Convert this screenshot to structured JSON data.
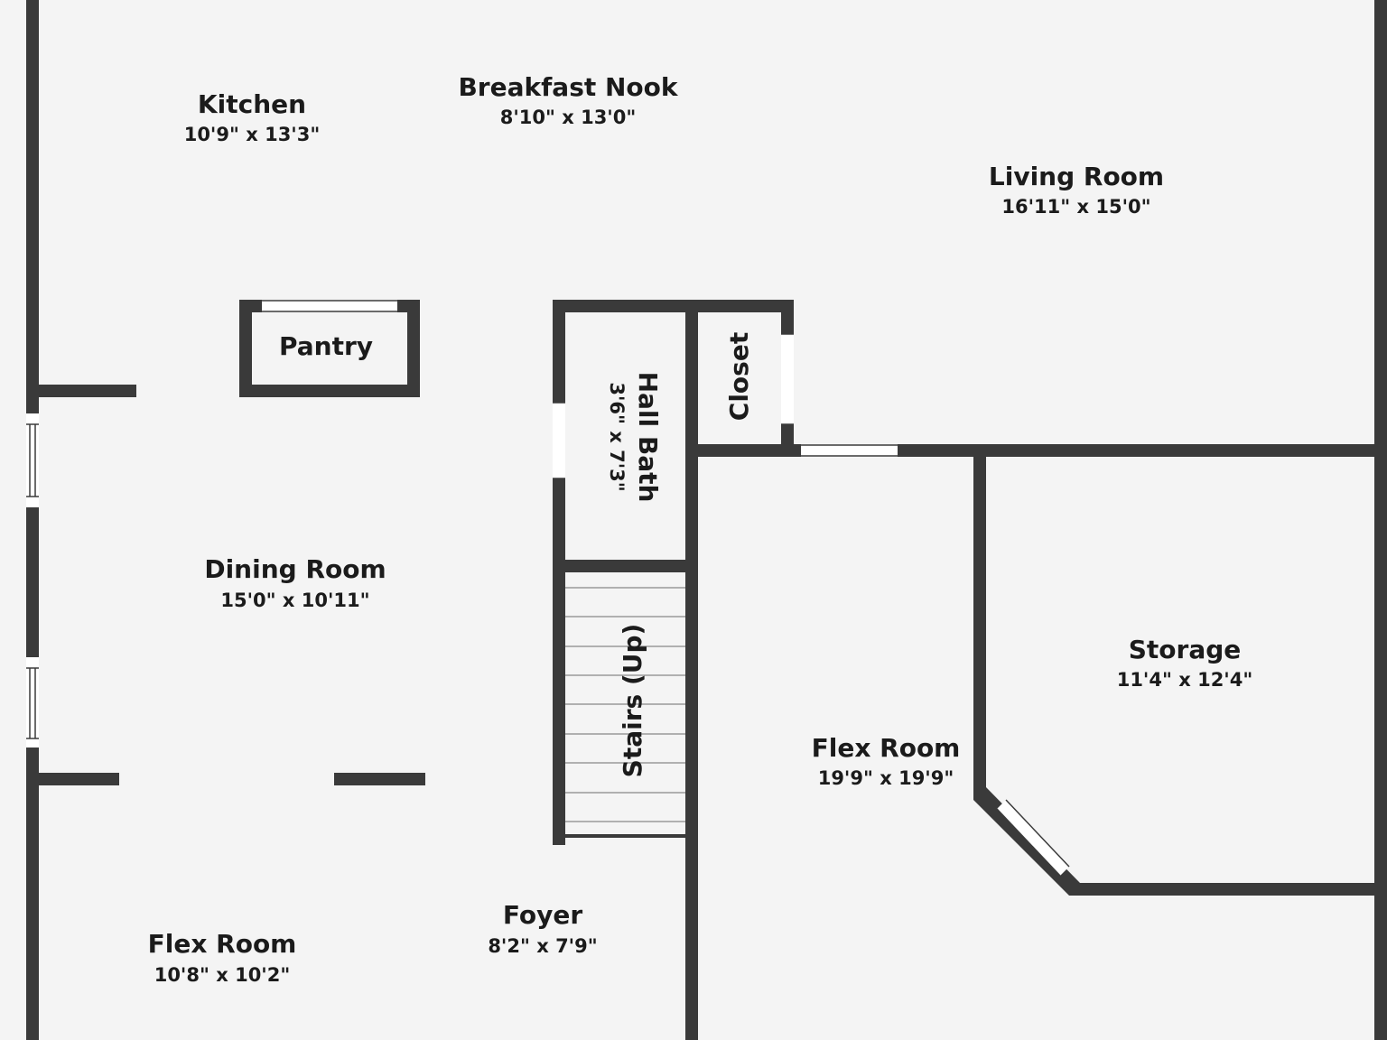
{
  "rooms": {
    "kitchen": {
      "name": "Kitchen",
      "dims": "10'9\" x 13'3\""
    },
    "breakfast_nook": {
      "name": "Breakfast Nook",
      "dims": "8'10\" x 13'0\""
    },
    "living_room": {
      "name": "Living Room",
      "dims": "16'11\" x 15'0\""
    },
    "pantry": {
      "name": "Pantry"
    },
    "hall_bath": {
      "name": "Hall Bath",
      "dims": "3'6\" x 7'3\""
    },
    "closet": {
      "name": "Closet"
    },
    "dining_room": {
      "name": "Dining Room",
      "dims": "15'0\" x 10'11\""
    },
    "stairs": {
      "name": "Stairs (Up)"
    },
    "storage": {
      "name": "Storage",
      "dims": "11'4\" x 12'4\""
    },
    "flex_room_right": {
      "name": "Flex Room",
      "dims": "19'9\" x 19'9\""
    },
    "flex_room_left": {
      "name": "Flex Room",
      "dims": "10'8\" x 10'2\""
    },
    "foyer": {
      "name": "Foyer",
      "dims": "8'2\" x 7'9\""
    }
  },
  "colors": {
    "background": "#f4f4f4",
    "wall": "#3a3a3a",
    "window": "#ffffff",
    "text": "#1b1b1b"
  }
}
